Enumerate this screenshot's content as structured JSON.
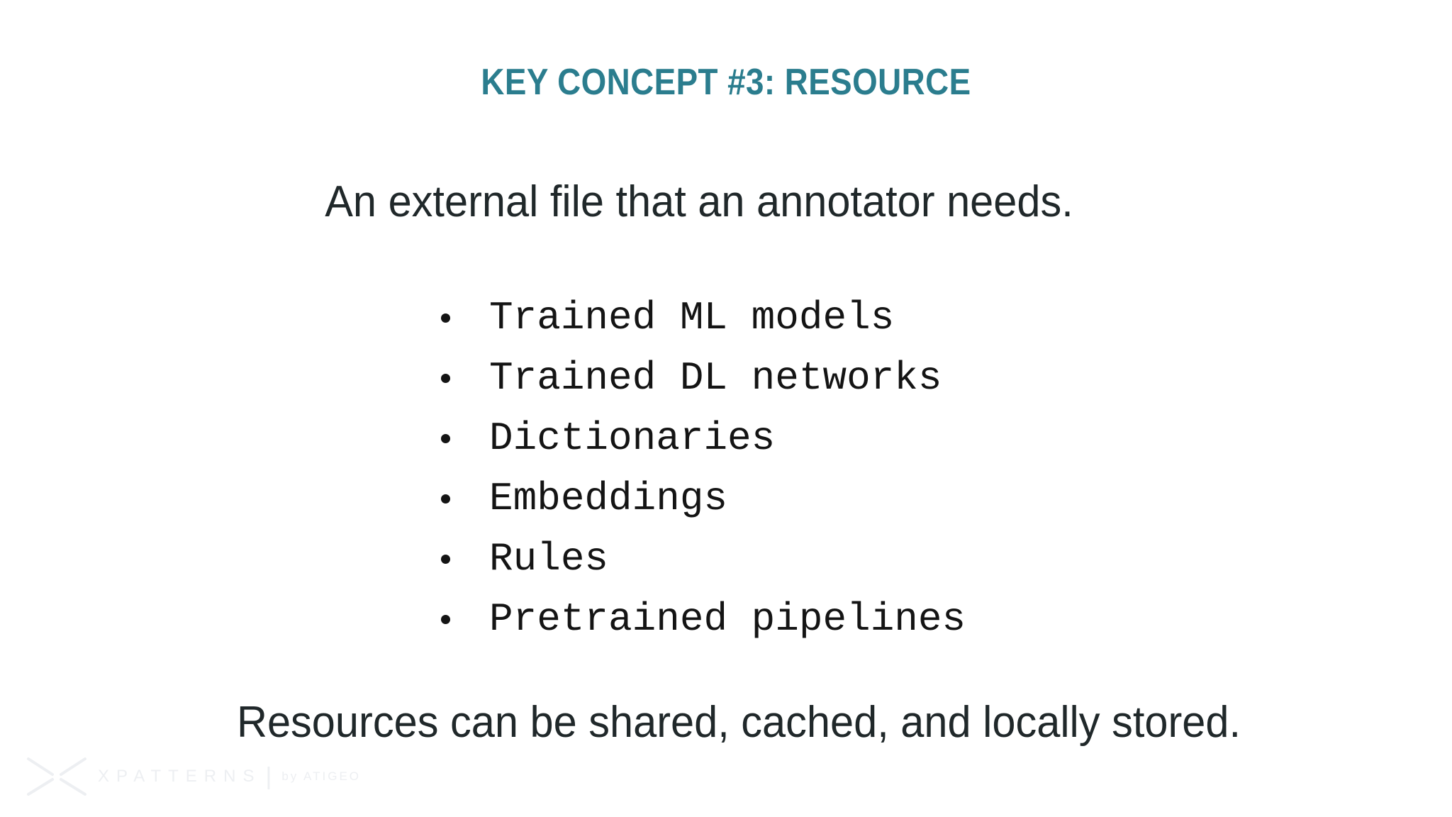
{
  "slide": {
    "title": "KEY CONCEPT #3: RESOURCE",
    "subtitle": "An external file that an annotator needs.",
    "bullets": [
      "Trained ML models",
      "Trained DL networks",
      "Dictionaries",
      "Embeddings",
      "Rules",
      "Pretrained pipelines"
    ],
    "footer_note": "Resources can be shared, cached, and locally stored.",
    "watermark": {
      "brand": "XPATTERNS",
      "divider": "|",
      "sub_brand": "by ATIGEO"
    },
    "colors": {
      "background": "#ffffff",
      "title": "#2b7d8e",
      "body": "#20282a",
      "bullet": "#141414",
      "watermark": "#edeff2"
    }
  }
}
